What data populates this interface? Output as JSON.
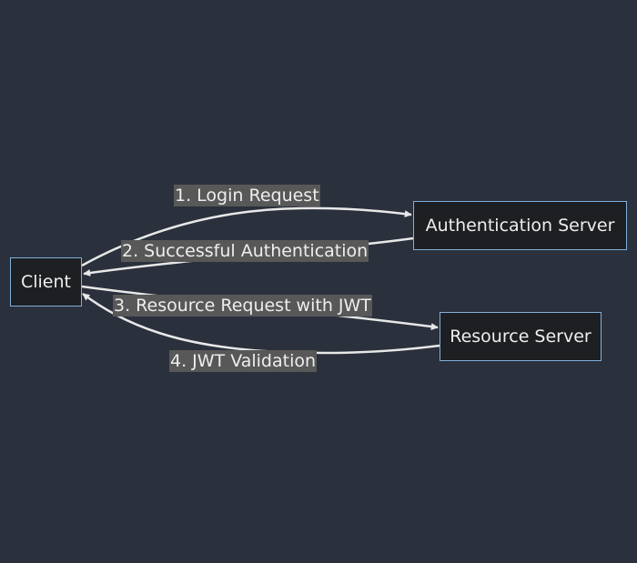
{
  "diagram": {
    "nodes": {
      "client": "Client",
      "auth_server": "Authentication Server",
      "resource_server": "Resource Server"
    },
    "edges": [
      {
        "label": "1. Login Request",
        "from": "client",
        "to": "auth_server"
      },
      {
        "label": "2. Successful Authentication",
        "from": "auth_server",
        "to": "client"
      },
      {
        "label": "3. Resource Request with JWT",
        "from": "client",
        "to": "resource_server"
      },
      {
        "label": "4. JWT Validation",
        "from": "resource_server",
        "to": "client"
      }
    ]
  },
  "colors": {
    "background": "#2a303c",
    "node_fill": "#1e1f22",
    "node_border": "#81b1db",
    "edge": "#e8e8e8",
    "label_bg": "#585858",
    "text": "#eeeeee"
  }
}
